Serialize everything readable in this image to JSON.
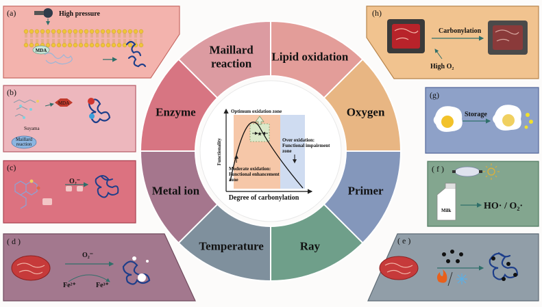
{
  "ring": {
    "segments": [
      {
        "key": "lipid",
        "label": "Lipid oxidation",
        "color": "#e39d99"
      },
      {
        "key": "oxygen",
        "label": "Oxygen",
        "color": "#e8b683"
      },
      {
        "key": "primer",
        "label": "Primer",
        "color": "#8497bb"
      },
      {
        "key": "ray",
        "label": "Ray",
        "color": "#6f9f8a"
      },
      {
        "key": "temperature",
        "label": "Temperature",
        "color": "#7f909d"
      },
      {
        "key": "metal",
        "label": "Metal ion",
        "color": "#a5768d"
      },
      {
        "key": "enzyme",
        "label": "Enzyme",
        "color": "#d77582"
      },
      {
        "key": "maillard",
        "label": "Maillard reaction",
        "color": "#dc9ba1"
      }
    ]
  },
  "center": {
    "ylabel": "Functionality",
    "xlabel": "Degree of carbonylation",
    "optimum": "Optimum oxidation zone",
    "over_l1": "Over oxidation:",
    "over_l2": "Functional impairment",
    "over_l3": "zone",
    "mod_l1": "Moderate oxidation:",
    "mod_l2": "Functional enhancement",
    "mod_l3": "zone",
    "star": "★"
  },
  "panels": {
    "a": {
      "letter": "(a)",
      "title": "High pressure",
      "mda": "MDA",
      "color": "#f3b3ad",
      "border": "#c86a64"
    },
    "b": {
      "letter": "(b)",
      "mda": "MDA",
      "suyama": "Suyama",
      "maillard_l1": "Maillard",
      "maillard_l2": "reaction",
      "color": "#edb7bd",
      "border": "#b55d68"
    },
    "c": {
      "letter": "(c)",
      "o2": "O₂⁻",
      "color": "#dc7280",
      "border": "#a84452"
    },
    "d": {
      "letter": "( d )",
      "o2": "O₂⁻",
      "fe2": "Fe²⁺",
      "fe3": "Fe³⁺",
      "color": "#a3788e",
      "border": "#6f4a5d"
    },
    "e": {
      "letter": "( e )",
      "color": "#919ea8",
      "border": "#5d6a74"
    },
    "f": {
      "letter": "( f )",
      "milk": "Milk",
      "radicals": "HO· / O₂·",
      "color": "#83a68f",
      "border": "#4f7a60"
    },
    "g": {
      "letter": "(g)",
      "storage": "Storage",
      "color": "#8ea1c8",
      "border": "#54679a"
    },
    "h": {
      "letter": "(h)",
      "carbonylation": "Carbonylation",
      "high_o2": "High O₂",
      "color": "#f1c38f",
      "border": "#b7844b"
    }
  }
}
